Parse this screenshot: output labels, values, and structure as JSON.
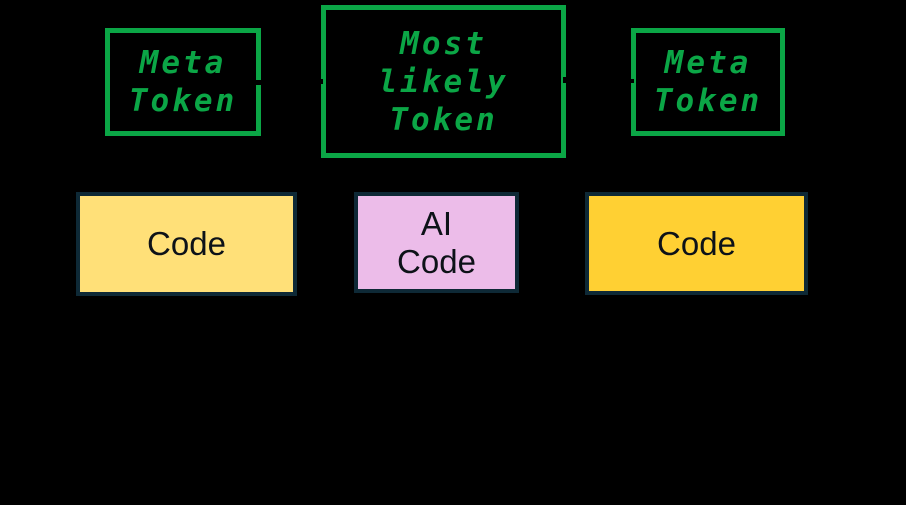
{
  "canvas": {
    "background": "#000000"
  },
  "colors": {
    "green": "#0ba646",
    "navy": "#0e2936",
    "text": "#0d1218",
    "arrow": "#000000",
    "bg": "#000000"
  },
  "token_boxes": [
    {
      "id": "meta-token-left",
      "lines": [
        "Meta",
        "Token"
      ]
    },
    {
      "id": "most-likely-token",
      "lines": [
        "Most",
        "likely",
        "Token"
      ]
    },
    {
      "id": "meta-token-right",
      "lines": [
        "Meta",
        "Token"
      ]
    }
  ],
  "code_boxes": [
    {
      "id": "code-left",
      "lines": [
        "Code"
      ],
      "fill": "#ffe078"
    },
    {
      "id": "ai-code",
      "lines": [
        "AI",
        "Code"
      ],
      "fill": "#ecbce9"
    },
    {
      "id": "code-right",
      "lines": [
        "Code"
      ],
      "fill": "#ffd033"
    }
  ],
  "connectors": [
    {
      "from": "meta-token-left",
      "to": "most-likely-token",
      "color": "#000000"
    },
    {
      "from": "most-likely-token",
      "to": "meta-token-right",
      "color": "#000000"
    }
  ]
}
